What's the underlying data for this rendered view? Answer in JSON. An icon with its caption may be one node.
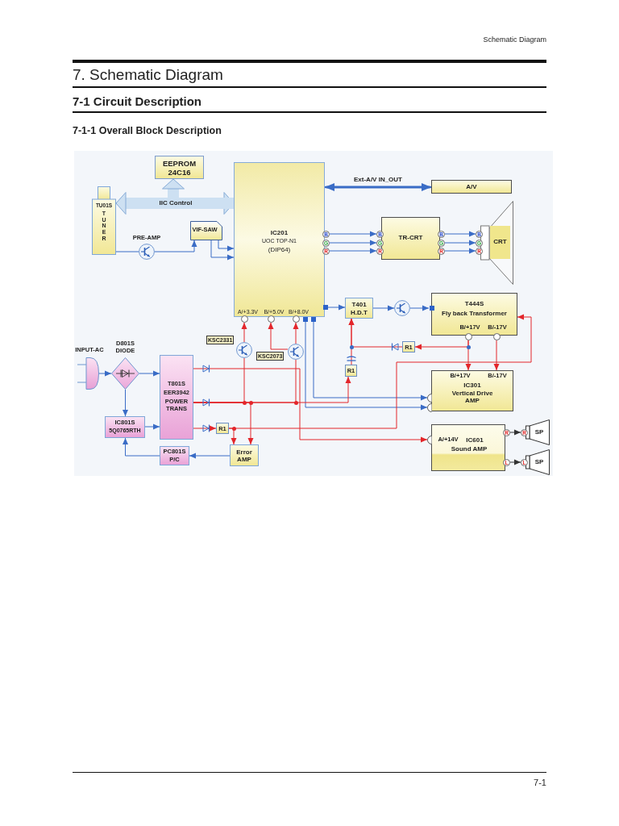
{
  "diagram": {
    "title": "7. Schematic Diagram",
    "nodes": [
      {
        "text": [
          "EEPROM",
          "24C16"
        ]
      },
      {
        "text": [
          "IC201",
          "UOC TOP-N1",
          "(DIP64)",
          "A/+3.3V",
          "B/+5.0V",
          "B/+8.0V"
        ]
      },
      {
        "text": [
          "A/V"
        ]
      },
      {
        "text": [
          "TU01S",
          "TUNER"
        ]
      },
      {
        "text": [
          "VIF-SAW"
        ]
      },
      {
        "text": [
          "TR-CRT"
        ]
      },
      {
        "text": [
          "CRT"
        ]
      },
      {
        "text": [],
        "shape": "circle",
        "beside": [
          "PRE-AMP"
        ]
      },
      {
        "text": [
          "T401",
          "H.D.T"
        ]
      },
      {
        "text": [],
        "shape": "circle"
      },
      {
        "text": [
          "T444S",
          "Fly back Transformer",
          "B/+17V",
          "B/-17V"
        ]
      },
      {
        "text": [],
        "shape": "circle",
        "beside": [
          "KSC2331"
        ]
      },
      {
        "text": [],
        "shape": "circle",
        "beside": [
          "KSC2073"
        ]
      },
      {
        "text": [],
        "shape": "connector",
        "beside": [
          "INPUT-AC"
        ]
      },
      {
        "text": [
          "D801S",
          "DIODE"
        ]
      },
      {
        "text": [
          "R1"
        ]
      },
      {
        "text": [
          "T801S",
          "EER3942",
          "POWER TRANS"
        ]
      },
      {
        "text": [
          "R1"
        ]
      },
      {
        "text": [
          "B/+17V",
          "B/-17V",
          "IC301",
          "Vertical Drive AMP"
        ]
      },
      {
        "text": [
          "IC801S",
          "5Q0765RTH"
        ]
      },
      {
        "text": [
          "R1"
        ]
      },
      {
        "text": [
          "A/+14V",
          "IC601",
          "Sound AMP"
        ]
      },
      {
        "text": [
          "SP"
        ]
      },
      {
        "text": [
          "PC801S",
          "P/C"
        ]
      },
      {
        "text": [
          "Error AMP"
        ]
      },
      {
        "text": [
          "SP"
        ]
      }
    ],
    "edges": [
      {
        "from": 1,
        "to": 3,
        "arrow": "both",
        "label": "IIC Control",
        "style": "thick",
        "color": "#cde0f2"
      },
      {
        "from": 1,
        "to": 0,
        "arrow": "to",
        "style": "thick",
        "color": "#cde0f2"
      },
      {
        "from": 1,
        "to": 2,
        "arrow": "both",
        "label": "Ext-A/V IN_OUT",
        "style": "thick"
      },
      {
        "from": 1,
        "to": 5,
        "arrow": "to"
      },
      {
        "from": 1,
        "to": 5,
        "arrow": "to"
      },
      {
        "from": 1,
        "to": 5,
        "arrow": "to"
      },
      {
        "from": 5,
        "to": 6,
        "arrow": "to"
      },
      {
        "from": 5,
        "to": 6,
        "arrow": "to"
      },
      {
        "from": 5,
        "to": 6,
        "arrow": "to"
      },
      {
        "from": 3,
        "to": 7,
        "arrow": "none"
      },
      {
        "from": 7,
        "to": 4,
        "arrow": "to"
      },
      {
        "from": 4,
        "to": 1,
        "arrow": "to"
      },
      {
        "from": 4,
        "to": 1,
        "arrow": "to"
      },
      {
        "from": 1,
        "to": 8,
        "arrow": "to"
      },
      {
        "from": 8,
        "to": 9,
        "arrow": "to"
      },
      {
        "from": 9,
        "to": 10,
        "arrow": "to"
      },
      {
        "from": 11,
        "to": 1,
        "arrow": "to",
        "color": "#e3262b"
      },
      {
        "from": 12,
        "to": 1,
        "arrow": "to",
        "color": "#e3262b"
      },
      {
        "from": 12,
        "to": 1,
        "arrow": "to",
        "color": "#e3262b"
      },
      {
        "from": 10,
        "to": 18,
        "arrow": "to",
        "color": "#e3262b"
      },
      {
        "from": 10,
        "to": 18,
        "arrow": "to",
        "color": "#e3262b"
      },
      {
        "from": 10,
        "to": 15,
        "arrow": "to",
        "color": "#e3262b"
      },
      {
        "from": 15,
        "to": 8,
        "arrow": "to",
        "color": "#e3262b"
      },
      {
        "from": 17,
        "to": 8,
        "arrow": "to",
        "color": "#e3262b"
      },
      {
        "from": 1,
        "to": 18,
        "arrow": "to"
      },
      {
        "from": 1,
        "to": 18,
        "arrow": "to"
      },
      {
        "from": 13,
        "to": 14,
        "arrow": "to"
      },
      {
        "from": 14,
        "to": 16,
        "arrow": "to"
      },
      {
        "from": 14,
        "to": 19,
        "arrow": "to"
      },
      {
        "from": 19,
        "to": 16,
        "arrow": "to"
      },
      {
        "from": 16,
        "to": 21,
        "arrow": "to",
        "color": "#e3262b"
      },
      {
        "from": 16,
        "to": 11,
        "arrow": "none",
        "color": "#e3262b"
      },
      {
        "from": 16,
        "to": 12,
        "arrow": "none",
        "color": "#e3262b"
      },
      {
        "from": 16,
        "to": 24,
        "arrow": "to",
        "color": "#e3262b"
      },
      {
        "from": 16,
        "to": 17,
        "arrow": "to",
        "color": "#e3262b"
      },
      {
        "from": 16,
        "to": 20,
        "arrow": "to",
        "color": "#e3262b"
      },
      {
        "from": 20,
        "to": 10,
        "arrow": "to",
        "color": "#e3262b"
      },
      {
        "from": 20,
        "to": 24,
        "arrow": "to",
        "color": "#e3262b"
      },
      {
        "from": 24,
        "to": 23,
        "arrow": "to"
      },
      {
        "from": 23,
        "to": 19,
        "arrow": "to"
      },
      {
        "from": 21,
        "to": 22,
        "arrow": "to",
        "color": "#333333"
      },
      {
        "from": 21,
        "to": 25,
        "arrow": "to",
        "color": "#333333"
      }
    ],
    "labels": [
      "Schematic Diagram",
      "7-1 Circuit Description",
      "7-1-1 Overall Block Description",
      "B",
      "B",
      "B",
      "B",
      "G",
      "G",
      "G",
      "G",
      "R",
      "R",
      "R",
      "R",
      "R",
      "R",
      "L",
      "L",
      "7-1"
    ]
  }
}
